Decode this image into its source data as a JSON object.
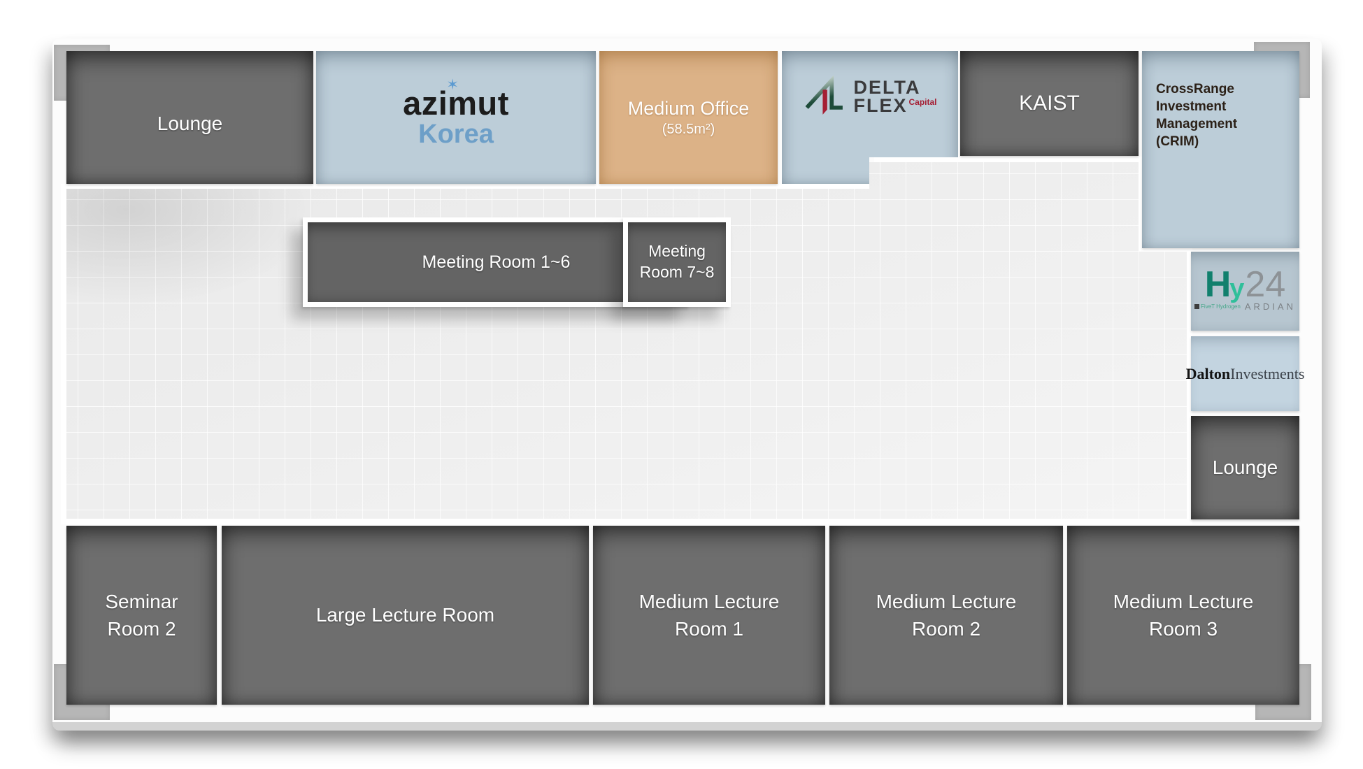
{
  "rooms": {
    "lounge_left": {
      "label": "Lounge"
    },
    "azimut": {
      "line1": "azimut",
      "line2": "Korea",
      "star_glyph": "✶"
    },
    "medium_office": {
      "line1": "Medium Office",
      "line2": "(58.5m²)"
    },
    "delta_flex": {
      "line1": "DELTA",
      "line2": "FLEX",
      "superscript": "Capital"
    },
    "kaist": {
      "label": "KAIST"
    },
    "crim": {
      "line1": "CrossRange",
      "line2": "Investment Management",
      "line3": "(CRIM)"
    },
    "hy24": {
      "h": "H",
      "y": "y",
      "num": "24",
      "ardian": "ARDIAN",
      "subtext": "FiveT Hydrogen"
    },
    "dalton": {
      "bold": "Dalton",
      "regular": "Investments"
    },
    "lounge_right": {
      "label": "Lounge"
    },
    "meeting_1_6": {
      "label": "Meeting Room 1~6"
    },
    "meeting_7_8": {
      "line1": "Meeting",
      "line2": "Room 7~8"
    }
  },
  "bottom_row": [
    {
      "line1": "Seminar",
      "line2": "Room 2"
    },
    {
      "line1": "Large Lecture Room",
      "line2": ""
    },
    {
      "line1": "Medium Lecture",
      "line2": "Room 1"
    },
    {
      "line1": "Medium Lecture",
      "line2": "Room 2"
    },
    {
      "line1": "Medium Lecture",
      "line2": "Room 3"
    }
  ],
  "colors": {
    "room_dark": "#6e6e6e",
    "room_blue": "#bccdd8",
    "room_blue_light": "#c3d4e0",
    "office_tan": "#dcb287",
    "floor_gray": "#ebebeb",
    "delta_green": "#1d4b39",
    "delta_red": "#a51f34",
    "hy24_teal": "#11806d",
    "hy24_mint": "#2fbf9a",
    "azimut_star_blue": "#5b9ad1",
    "korea_blue": "#6d9fc8",
    "crim_text": "#2b2017",
    "corner_mark_gray": "#b6b6b6"
  }
}
